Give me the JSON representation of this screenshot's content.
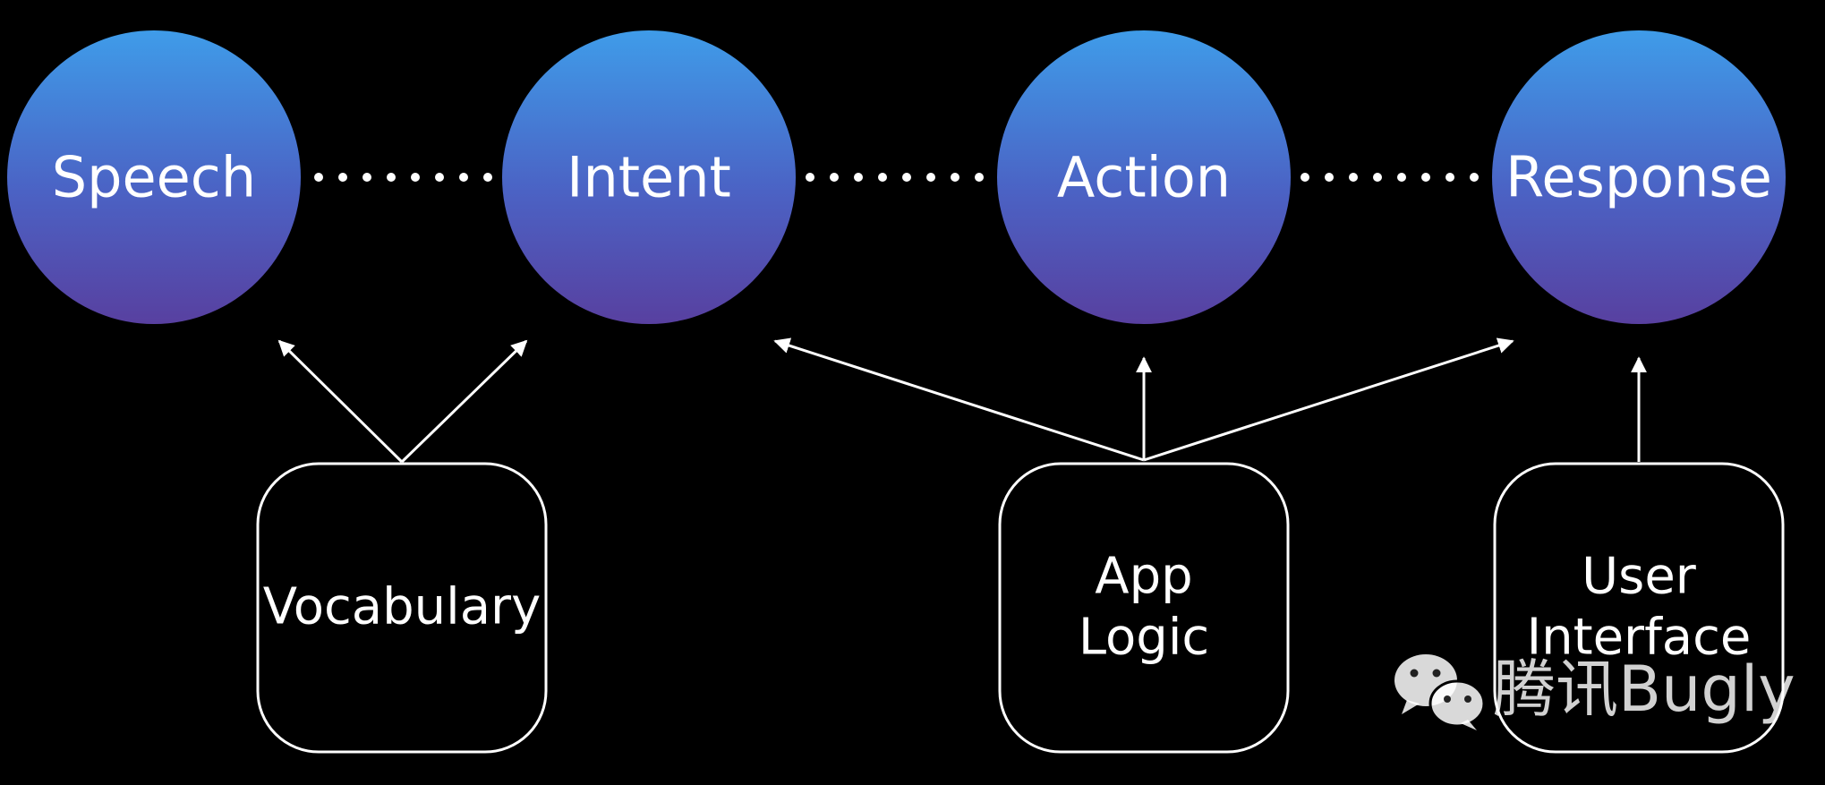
{
  "nodes": {
    "speech": "Speech",
    "intent": "Intent",
    "action": "Action",
    "response": "Response"
  },
  "boxes": {
    "vocabulary": [
      "Vocabulary"
    ],
    "app_logic": [
      "App",
      "Logic"
    ],
    "user_interface": [
      "User",
      "Interface"
    ]
  },
  "watermark": {
    "icon": "wechat-icon",
    "text": "腾讯Bugly"
  },
  "colors": {
    "background": "#000000",
    "circle_top": "#3f9ce9",
    "circle_bottom": "#5840a0",
    "stroke": "#ffffff"
  }
}
